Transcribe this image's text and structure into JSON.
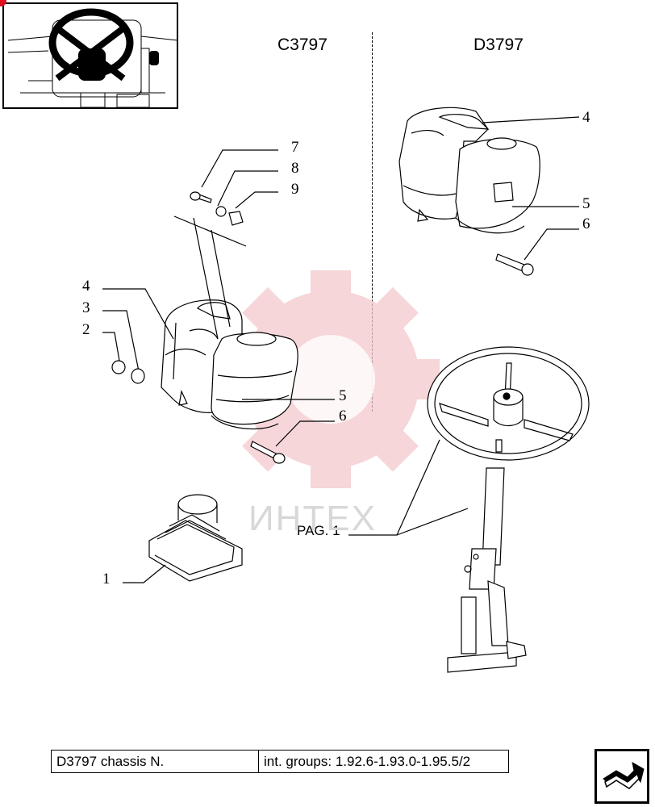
{
  "variants": {
    "left": "C3797",
    "right": "D3797"
  },
  "callouts_left": [
    "7",
    "8",
    "9",
    "4",
    "3",
    "2",
    "5",
    "6",
    "1"
  ],
  "callouts_right": [
    "4",
    "5",
    "6"
  ],
  "ref_label": "PAG. 1",
  "watermark": "ИНТЕХ",
  "footer": {
    "left": "D3797 chassis N.",
    "right": "int. groups: 1.92.6-1.93.0-1.95.5/2"
  },
  "colors": {
    "watermark": "#f4c9cc",
    "accent": "#e01020"
  },
  "icons": {
    "thumbnail": "steering-wheel-thumbnail-icon",
    "nav": "return-arrow-icon"
  }
}
